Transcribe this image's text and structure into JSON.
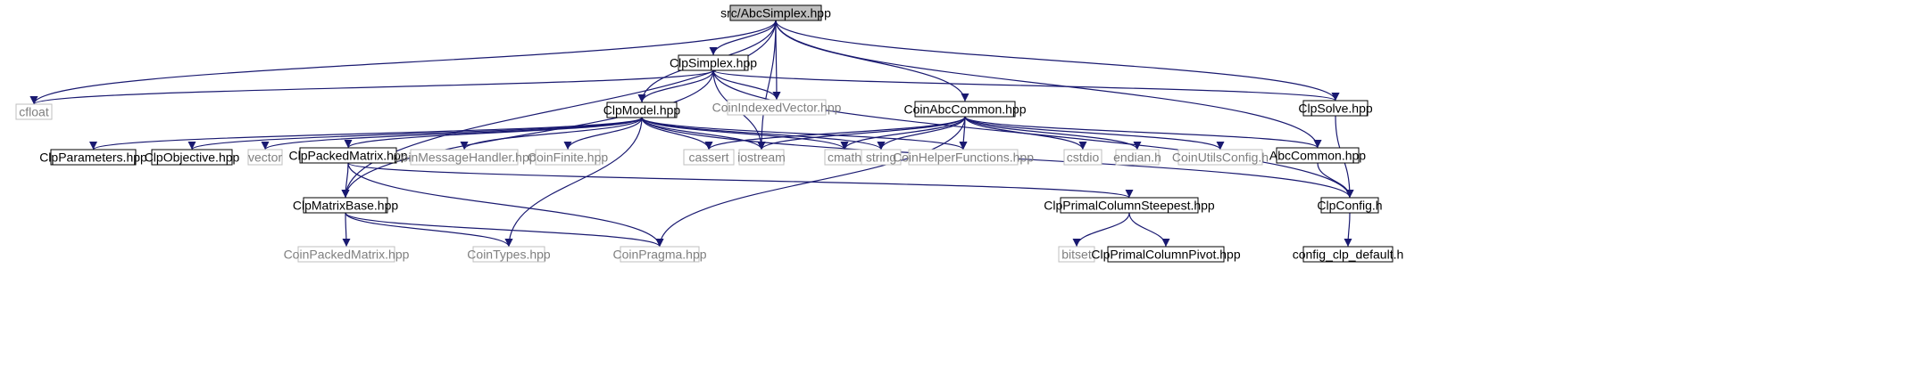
{
  "graph": {
    "edge_color": "#191970",
    "nodes": [
      {
        "id": "root",
        "label": "src/AbcSimplex.hpp",
        "kind": "root"
      },
      {
        "id": "clpsimplex",
        "label": "ClpSimplex.hpp",
        "kind": "linked"
      },
      {
        "id": "cfloat",
        "label": "cfloat",
        "kind": "external"
      },
      {
        "id": "clpmodel",
        "label": "ClpModel.hpp",
        "kind": "linked"
      },
      {
        "id": "coinindexedvector",
        "label": "CoinIndexedVector.hpp",
        "kind": "external"
      },
      {
        "id": "coinabccommon",
        "label": "CoinAbcCommon.hpp",
        "kind": "linked"
      },
      {
        "id": "clpsolve",
        "label": "ClpSolve.hpp",
        "kind": "linked"
      },
      {
        "id": "clpparameters",
        "label": "ClpParameters.hpp",
        "kind": "linked"
      },
      {
        "id": "clpobjective",
        "label": "ClpObjective.hpp",
        "kind": "linked"
      },
      {
        "id": "vector",
        "label": "vector",
        "kind": "external"
      },
      {
        "id": "clppackedmatrix",
        "label": "ClpPackedMatrix.hpp",
        "kind": "linked"
      },
      {
        "id": "coinmessagehandler",
        "label": "CoinMessageHandler.hpp",
        "kind": "external"
      },
      {
        "id": "coinfinite",
        "label": "CoinFinite.hpp",
        "kind": "external"
      },
      {
        "id": "cassert",
        "label": "cassert",
        "kind": "external"
      },
      {
        "id": "iostream",
        "label": "iostream",
        "kind": "external"
      },
      {
        "id": "cmath",
        "label": "cmath",
        "kind": "external"
      },
      {
        "id": "string",
        "label": "string",
        "kind": "external"
      },
      {
        "id": "coinhelperfunctions",
        "label": "CoinHelperFunctions.hpp",
        "kind": "external"
      },
      {
        "id": "cstdio",
        "label": "cstdio",
        "kind": "external"
      },
      {
        "id": "endian",
        "label": "endian.h",
        "kind": "external"
      },
      {
        "id": "coinutilsconfig",
        "label": "CoinUtilsConfig.h",
        "kind": "external"
      },
      {
        "id": "abccommon",
        "label": "AbcCommon.hpp",
        "kind": "linked"
      },
      {
        "id": "clpmatrixbase",
        "label": "ClpMatrixBase.hpp",
        "kind": "linked"
      },
      {
        "id": "clpprimalcolumnsteepest",
        "label": "ClpPrimalColumnSteepest.hpp",
        "kind": "linked"
      },
      {
        "id": "clpconfig",
        "label": "ClpConfig.h",
        "kind": "linked"
      },
      {
        "id": "coinpackedmatrix",
        "label": "CoinPackedMatrix.hpp",
        "kind": "external"
      },
      {
        "id": "cointypes",
        "label": "CoinTypes.hpp",
        "kind": "external"
      },
      {
        "id": "coinpragma",
        "label": "CoinPragma.hpp",
        "kind": "external"
      },
      {
        "id": "bitset",
        "label": "bitset",
        "kind": "external"
      },
      {
        "id": "clpprimalcolumnpivot",
        "label": "ClpPrimalColumnPivot.hpp",
        "kind": "linked"
      },
      {
        "id": "config_clp_default",
        "label": "config_clp_default.h",
        "kind": "linked"
      }
    ],
    "edges": [
      [
        "root",
        "clpsimplex"
      ],
      [
        "root",
        "cfloat"
      ],
      [
        "root",
        "clpmodel"
      ],
      [
        "root",
        "coinindexedvector"
      ],
      [
        "root",
        "iostream"
      ],
      [
        "root",
        "coinabccommon"
      ],
      [
        "root",
        "clpsolve"
      ],
      [
        "root",
        "abccommon"
      ],
      [
        "root",
        "clpmatrixbase"
      ],
      [
        "clpsimplex",
        "cfloat"
      ],
      [
        "clpsimplex",
        "clpmodel"
      ],
      [
        "clpsimplex",
        "coinindexedvector"
      ],
      [
        "clpsimplex",
        "iostream"
      ],
      [
        "clpsimplex",
        "clpsolve"
      ],
      [
        "clpsimplex",
        "clpmatrixbase"
      ],
      [
        "clpsimplex",
        "clpconfig"
      ],
      [
        "clpmodel",
        "clpparameters"
      ],
      [
        "clpmodel",
        "clpobjective"
      ],
      [
        "clpmodel",
        "vector"
      ],
      [
        "clpmodel",
        "clppackedmatrix"
      ],
      [
        "clpmodel",
        "coinmessagehandler"
      ],
      [
        "clpmodel",
        "coinfinite"
      ],
      [
        "clpmodel",
        "cassert"
      ],
      [
        "clpmodel",
        "iostream"
      ],
      [
        "clpmodel",
        "cmath"
      ],
      [
        "clpmodel",
        "string"
      ],
      [
        "clpmodel",
        "coinhelperfunctions"
      ],
      [
        "clpmodel",
        "cointypes"
      ],
      [
        "clpmodel",
        "clpconfig"
      ],
      [
        "coinabccommon",
        "cassert"
      ],
      [
        "coinabccommon",
        "iostream"
      ],
      [
        "coinabccommon",
        "cmath"
      ],
      [
        "coinabccommon",
        "string"
      ],
      [
        "coinabccommon",
        "coinhelperfunctions"
      ],
      [
        "coinabccommon",
        "cstdio"
      ],
      [
        "coinabccommon",
        "endian"
      ],
      [
        "coinabccommon",
        "coinutilsconfig"
      ],
      [
        "coinabccommon",
        "abccommon"
      ],
      [
        "coinabccommon",
        "coinpragma"
      ],
      [
        "clpsolve",
        "clpconfig"
      ],
      [
        "abccommon",
        "clpconfig"
      ],
      [
        "clppackedmatrix",
        "clpmatrixbase"
      ],
      [
        "clppackedmatrix",
        "clpprimalcolumnsteepest"
      ],
      [
        "clppackedmatrix",
        "coinpragma"
      ],
      [
        "clpmatrixbase",
        "coinpackedmatrix"
      ],
      [
        "clpmatrixbase",
        "cointypes"
      ],
      [
        "clpmatrixbase",
        "coinpragma"
      ],
      [
        "clpprimalcolumnsteepest",
        "bitset"
      ],
      [
        "clpprimalcolumnsteepest",
        "clpprimalcolumnpivot"
      ],
      [
        "clpconfig",
        "config_clp_default"
      ]
    ]
  }
}
